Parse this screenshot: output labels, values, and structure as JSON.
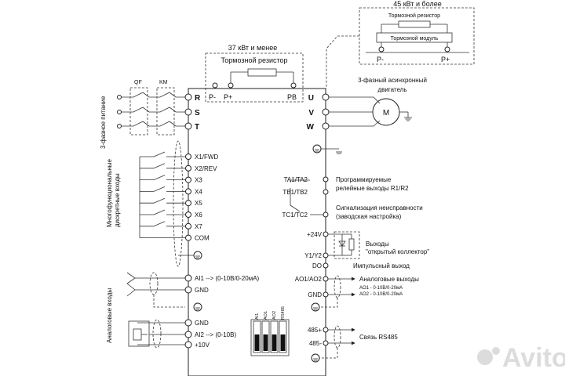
{
  "brake_large": {
    "title": "45 кВт и более",
    "resistor": "Тормозной резистор",
    "module": "Тормозной модуль",
    "p_minus": "P-",
    "p_plus": "P+"
  },
  "brake_small": {
    "title": "37 кВт и менее",
    "resistor": "Тормозной резистор",
    "p_minus": "P-",
    "p_plus": "P+",
    "pb": "PB"
  },
  "power": {
    "side_label": "3-фазное питание",
    "qf": "QF",
    "km": "KM",
    "r": "R",
    "s": "S",
    "t": "T"
  },
  "motor": {
    "label_line1": "3-фазный асинхронный",
    "label_line2": "двигатель",
    "symbol": "M",
    "u": "U",
    "v": "V",
    "w": "W"
  },
  "digital_inputs": {
    "side_label_line1": "Многофункциональные",
    "side_label_line2": "дискретные входы",
    "terminals": [
      "X1/FWD",
      "X2/REV",
      "X3",
      "X4",
      "X5",
      "X6",
      "X7",
      "COM"
    ]
  },
  "analog_inputs": {
    "side_label": "Аналоговые входы",
    "ai1": "AI1 --> (0-10В/0-20мА)",
    "gnd1": "GND",
    "gnd2": "GND",
    "ai2": "AI2 --> (0-10В)",
    "v10": "+10V"
  },
  "dip": {
    "labels": [
      "AI1",
      "AO1",
      "AO2",
      "RS485"
    ]
  },
  "relay": {
    "ta": "TA1/TA2",
    "tb": "TB1/TB2",
    "tc": "TC1/TC2",
    "prog_line1": "Программируемые",
    "prog_line2": "релейные выходы R1/R2",
    "fault_line1": "Сигнализация неисправности",
    "fault_line2": "(заводская настройка)"
  },
  "open_collector": {
    "v24": "+24V",
    "y": "Y1/Y2",
    "do": "DO",
    "label_line1": "Выходы",
    "label_line2": "\"открытый коллектор\"",
    "pulse": "Импульсный выход"
  },
  "analog_outputs": {
    "ao": "AO1/AO2",
    "gnd": "GND",
    "title": "Аналоговые выходы",
    "ao1": "AO1 - 0-10В/0-20мА",
    "ao2": "AO2 - 0-10В/0-20мА"
  },
  "rs485": {
    "plus": "485+",
    "minus": "485-",
    "label": "Связь RS485"
  },
  "watermark": "Avito",
  "colors": {
    "line": "#222222",
    "watermark": "#d9d9d9",
    "background": "#ffffff"
  }
}
